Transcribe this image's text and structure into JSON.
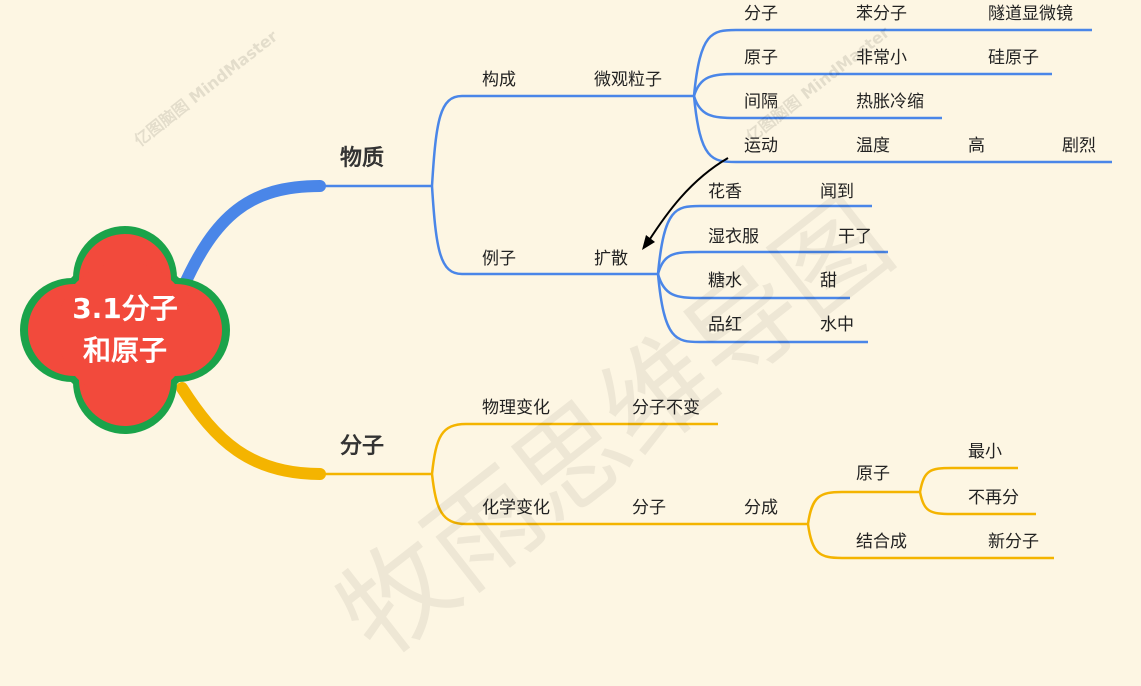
{
  "center": {
    "line1": "3.1分子",
    "line2": "和原子"
  },
  "colors": {
    "blue": "#4a86e8",
    "yellow": "#f4b400",
    "red": "#f24a3c",
    "green": "#1aa34a",
    "background": "#fdf6e3"
  },
  "watermark": {
    "text": "牧雨思维导图",
    "logo": "亿图脑图 MindMaster"
  },
  "branch_matter": {
    "title": "物质",
    "composition": {
      "label": "构成",
      "particle": "微观粒子",
      "rows": [
        [
          "分子",
          "苯分子",
          "隧道显微镜"
        ],
        [
          "原子",
          "非常小",
          "硅原子"
        ],
        [
          "间隔",
          "热胀冷缩"
        ],
        [
          "运动",
          "温度",
          "高",
          "剧烈"
        ]
      ]
    },
    "example": {
      "label": "例子",
      "diffusion": "扩散",
      "rows": [
        [
          "花香",
          "闻到"
        ],
        [
          "湿衣服",
          "干了"
        ],
        [
          "糖水",
          "甜"
        ],
        [
          "品红",
          "水中"
        ]
      ]
    }
  },
  "branch_molecule": {
    "title": "分子",
    "physical": {
      "label": "物理变化",
      "result": "分子不变"
    },
    "chemical": {
      "label": "化学变化",
      "molecule": "分子",
      "split": "分成",
      "atom": "原子",
      "atom_props": [
        "最小",
        "不再分"
      ],
      "combine": "结合成",
      "new_molecule": "新分子"
    }
  }
}
